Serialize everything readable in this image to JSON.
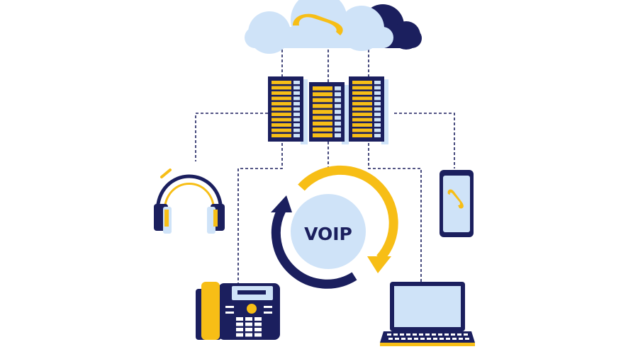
{
  "center": {
    "label": "VOIP"
  },
  "colors": {
    "navy": "#1b1f5e",
    "yellow": "#f7be16",
    "light_blue": "#cfe3f8",
    "white": "#ffffff"
  },
  "nodes": [
    {
      "name": "cloud",
      "icon": "cloud-phone-icon"
    },
    {
      "name": "servers",
      "icon": "server-rack-icon"
    },
    {
      "name": "headphones",
      "icon": "headphones-icon"
    },
    {
      "name": "smartphone",
      "icon": "smartphone-icon"
    },
    {
      "name": "desk-phone",
      "icon": "desk-phone-icon"
    },
    {
      "name": "laptop",
      "icon": "laptop-icon"
    }
  ]
}
